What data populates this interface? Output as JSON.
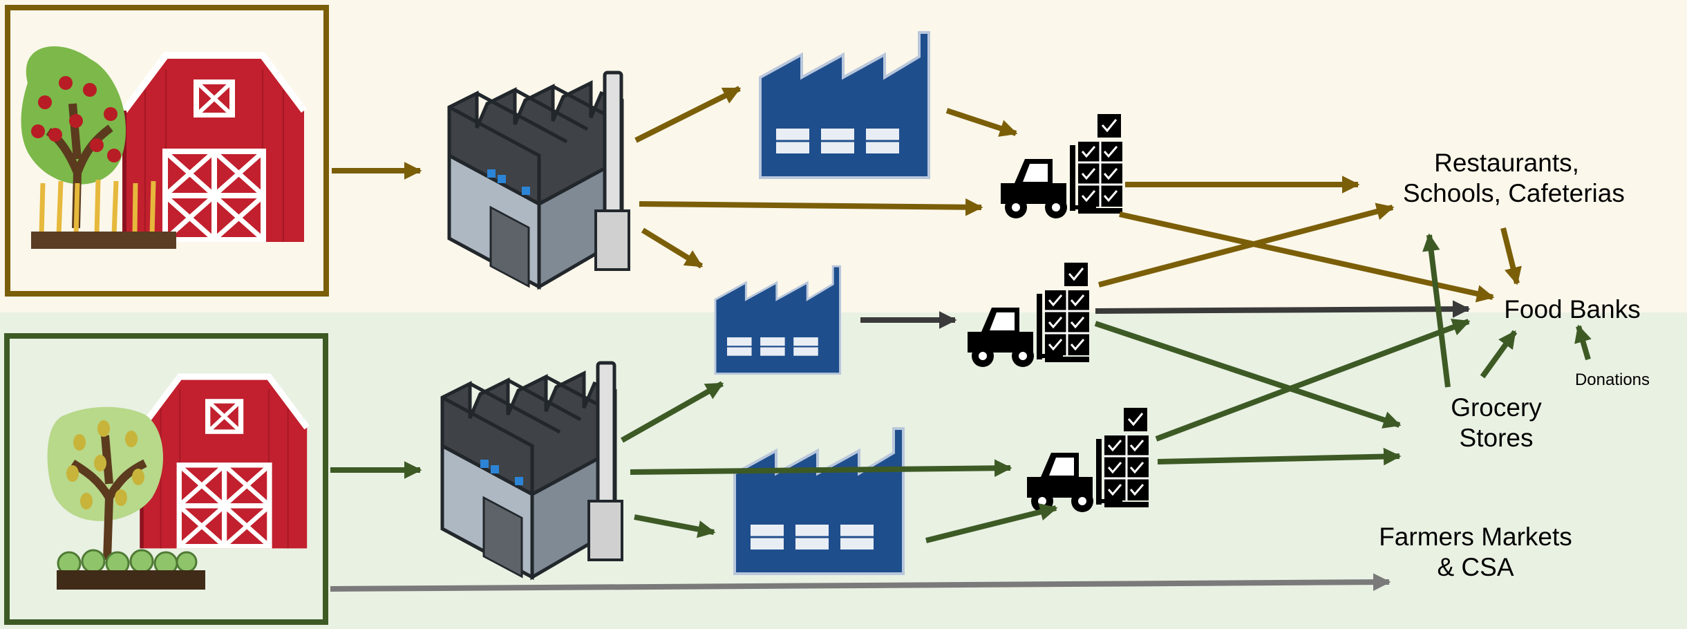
{
  "destinations": {
    "restaurants_line1": "Restaurants,",
    "restaurants_line2": "Schools, Cafeterias",
    "food_banks": "Food Banks",
    "donations": "Donations",
    "grocery_line1": "Grocery",
    "grocery_line2": "Stores",
    "farmers_line1": "Farmers Markets",
    "farmers_line2": "& CSA"
  },
  "colors": {
    "fruit_chain": "#7b5e08",
    "vegetable_chain": "#3d5a25",
    "shared": "#3a3a3a",
    "direct": "#7a7a7a",
    "processor_blue": "#1f4e8c",
    "barn_red": "#c2202e",
    "top_band": "#fbf7ea",
    "bottom_band": "#e9f1e3"
  },
  "icons": [
    "farm-barn-icon",
    "apple-tree-icon",
    "pear-tree-icon",
    "wheat-icon",
    "cabbage-icon",
    "processing-plant-icon",
    "factory-icon",
    "forklift-distributor-icon"
  ]
}
